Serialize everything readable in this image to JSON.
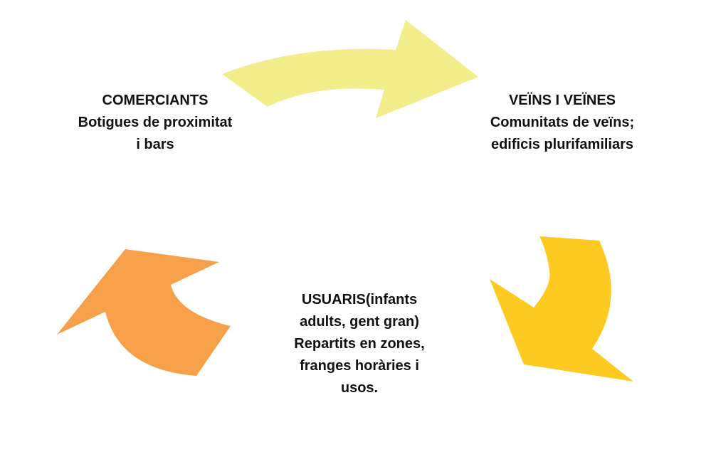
{
  "diagram": {
    "type": "cycle",
    "nodes": [
      {
        "id": "comerciants",
        "position": "top-left",
        "lines": [
          "COMERCIANTS",
          "Botigues de proximitat",
          "i bars"
        ]
      },
      {
        "id": "veins",
        "position": "top-right",
        "lines": [
          "VEÏNS I VEÏNES",
          "Comunitats de veïns;",
          "edificis plurifamiliars"
        ]
      },
      {
        "id": "usuaris",
        "position": "bottom-center",
        "lines": [
          "USUARIS(infants",
          "adults, gent gran)",
          "Repartits en zones,",
          "franges horàries i",
          "usos."
        ]
      }
    ],
    "arrows": [
      {
        "from": "comerciants",
        "to": "veins",
        "direction": "right",
        "color": "#F2EE8C"
      },
      {
        "from": "veins",
        "to": "usuaris",
        "direction": "down-left",
        "color": "#FDCA22"
      },
      {
        "from": "usuaris",
        "to": "comerciants",
        "direction": "up-left",
        "color": "#F6A14A"
      }
    ]
  }
}
